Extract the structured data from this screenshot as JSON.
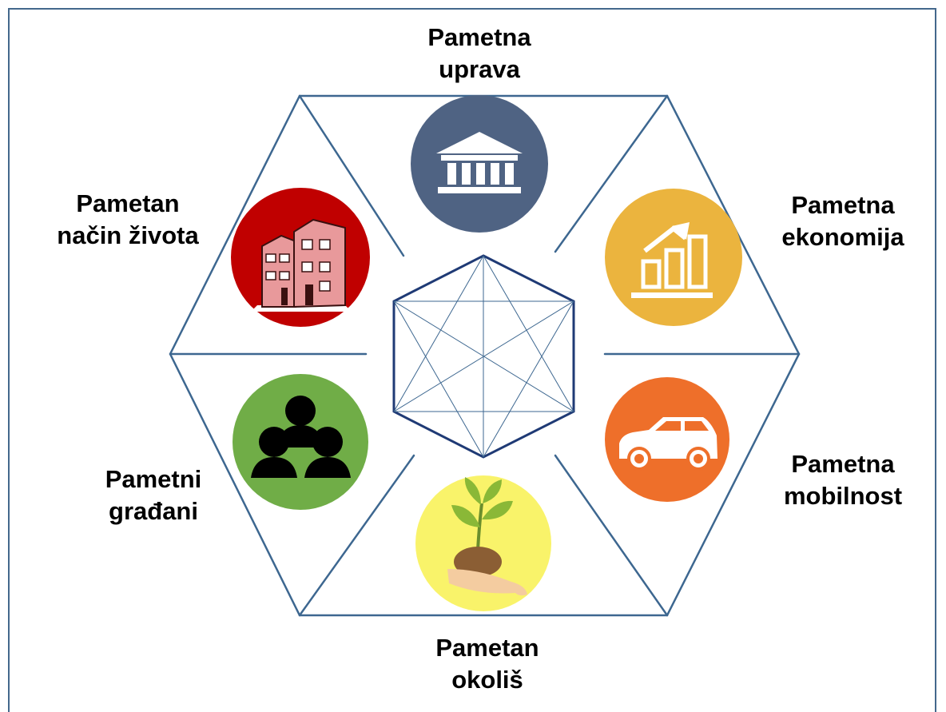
{
  "labels": {
    "uprava": {
      "line1": "Pametna",
      "line2": "uprava"
    },
    "ekonomija": {
      "line1": "Pametna",
      "line2": "ekonomija"
    },
    "mobilnost": {
      "line1": "Pametna",
      "line2": "mobilnost"
    },
    "okolis": {
      "line1": "Pametan",
      "line2": "okoliš"
    },
    "gradani": {
      "line1": "Pametni",
      "line2": "građani"
    },
    "nacin_zivota": {
      "line1": "Pametan",
      "line2": "način života"
    }
  },
  "icons": {
    "uprava": "government-building-icon",
    "ekonomija": "growth-chart-icon",
    "mobilnost": "car-icon",
    "okolis": "plant-in-hand-icon",
    "gradani": "people-group-icon",
    "nacin_zivota": "residential-buildings-icon"
  },
  "colors": {
    "frame": "#44688c",
    "lines": "#3d6790",
    "center_hexagon": "#1f3a75",
    "uprava": "#4f6383",
    "ekonomija": "#ebb43e",
    "mobilnost": "#ee6f2a",
    "okolis": "#f9f36a",
    "gradani": "#70ad47",
    "nacin_zivota": "#c00000"
  }
}
